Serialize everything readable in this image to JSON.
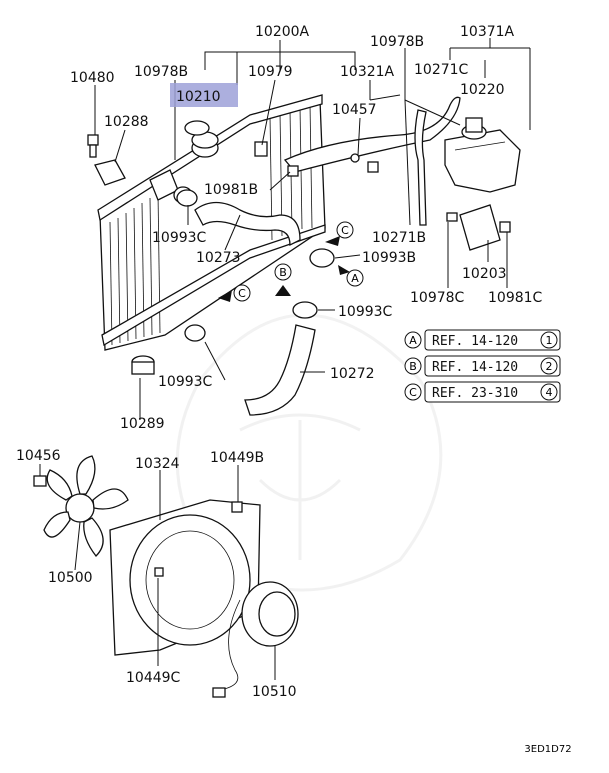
{
  "callouts": {
    "c10200A": "10200A",
    "c10978B_top": "10978B",
    "c10371A": "10371A",
    "c10480": "10480",
    "c10978B_left": "10978B",
    "c10979": "10979",
    "c10321A": "10321A",
    "c10271C": "10271C",
    "c10210": "10210",
    "c10220": "10220",
    "c10288": "10288",
    "c10457": "10457",
    "c10981B": "10981B",
    "c10993C_a": "10993C",
    "c10271B": "10271B",
    "c10273": "10273",
    "c10993B": "10993B",
    "c10203": "10203",
    "c10978C": "10978C",
    "c10981C": "10981C",
    "c10993C_b": "10993C",
    "c10993C_c": "10993C",
    "c10272": "10272",
    "c10289": "10289",
    "c10456": "10456",
    "c10324": "10324",
    "c10449B": "10449B",
    "c10500": "10500",
    "c10449C": "10449C",
    "c10510": "10510"
  },
  "markers": {
    "A": "A",
    "B": "B",
    "C": "C"
  },
  "references": [
    {
      "marker": "A",
      "text": "REF. 14-120",
      "num": "1"
    },
    {
      "marker": "B",
      "text": "REF. 14-120",
      "num": "2"
    },
    {
      "marker": "C",
      "text": "REF. 23-310",
      "num": "4"
    }
  ],
  "highlight_part": "10210",
  "highlight_color": "#9ea1d8",
  "diagram_code": "3ED1D72"
}
